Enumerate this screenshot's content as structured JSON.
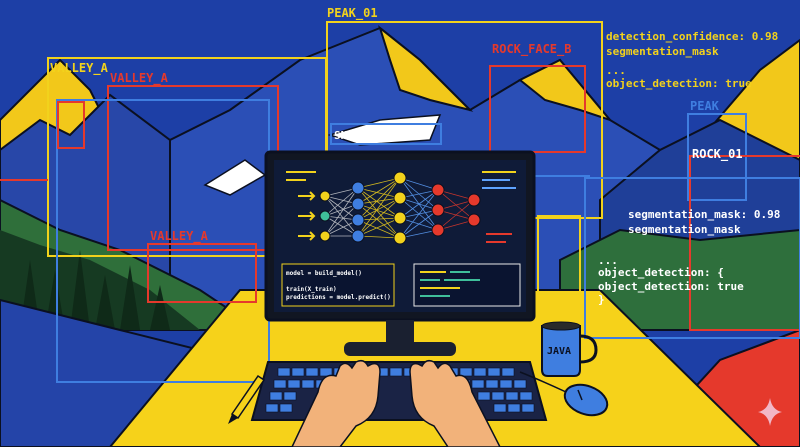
{
  "labels": {
    "peak_01": "PEAK_01",
    "valley_a_outer": "VALLEY_A",
    "valley_a_inner": "VALLEY_A",
    "valley_a_lower": "VALLEY_A",
    "rock_face_b": "ROCK_FACE_B",
    "snow_patch": "SNOW_PATCH",
    "peak": "PEAK",
    "rock_01": "ROCK_01"
  },
  "annotations_top": [
    "detection_confidence: 0.98",
    "segmentation_mask",
    "...",
    "object_detection: true"
  ],
  "annotations_mid": [
    "segmentation_mask: 0.98",
    "segmentation_mask"
  ],
  "annotations_low": [
    "...",
    "object_detection: {",
    "object_detection: true",
    "}"
  ],
  "code_lines": [
    "model = build_model()",
    "train(X_train)",
    "predictions = model.predict()"
  ],
  "mug_label": "JAVA",
  "colors": {
    "sky": "#1d3fa6",
    "desk": "#f6d21a",
    "accent_red": "#e5392c",
    "box_yellow": "#f2d21c",
    "box_blue": "#3f7ee0",
    "screen": "#0f1b38"
  }
}
